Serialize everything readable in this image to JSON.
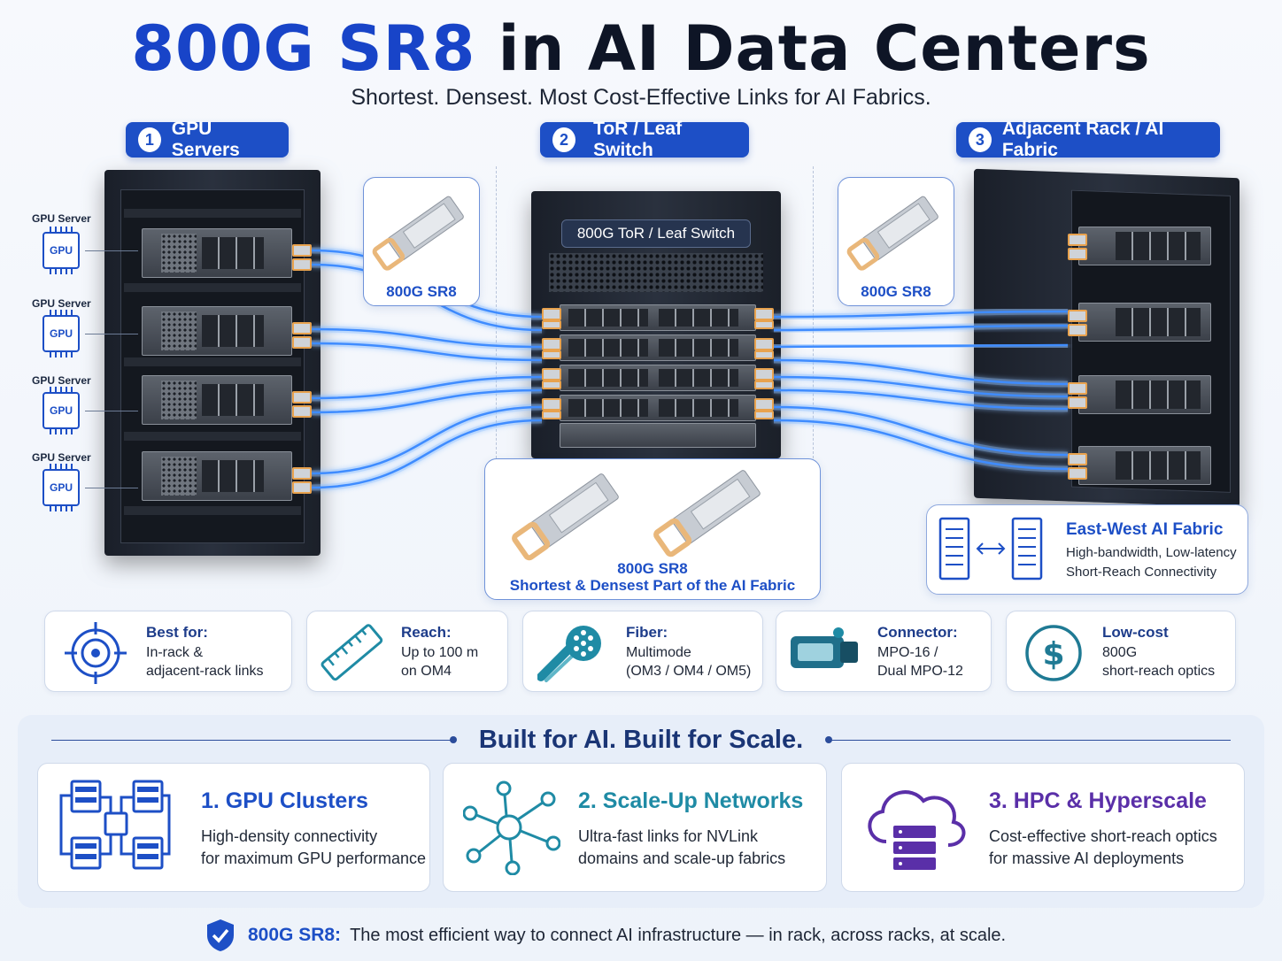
{
  "title": {
    "highlight": "800G SR8",
    "rest": "in AI Data Centers"
  },
  "subtitle": "Shortest. Densest. Most Cost-Effective Links for AI Fabrics.",
  "sections": [
    {
      "num": "1",
      "label": "GPU Servers"
    },
    {
      "num": "2",
      "label": "ToR / Leaf Switch"
    },
    {
      "num": "3",
      "label": "Adjacent Rack / AI Fabric"
    }
  ],
  "servers": {
    "label": "GPU Server",
    "chip": "GPU",
    "count": 4
  },
  "callouts": {
    "left": "800G SR8",
    "right": "800G SR8",
    "bottom_title": "800G SR8",
    "bottom_sub": "Shortest & Densest Part of the AI Fabric"
  },
  "switch_badge": "800G ToR / Leaf Switch",
  "fabric": {
    "title": "East-West AI Fabric",
    "line1": "High-bandwidth, Low-latency",
    "line2": "Short-Reach Connectivity"
  },
  "features": [
    {
      "icon": "target-icon",
      "heading": "Best for:",
      "line1": "In-rack &",
      "line2": "adjacent-rack links",
      "line3": ""
    },
    {
      "icon": "ruler-icon",
      "heading": "Reach:",
      "line1": "Up to 100 m",
      "line2": "on OM4",
      "line3": ""
    },
    {
      "icon": "fiber-icon",
      "heading": "Fiber:",
      "line1": "Multimode",
      "line2": "(OM3 / OM4 / OM5)",
      "line3": ""
    },
    {
      "icon": "connector-icon",
      "heading": "Connector:",
      "line1": "MPO-16 /",
      "line2": "Dual MPO-12",
      "line3": ""
    },
    {
      "icon": "dollar-icon",
      "heading": "Low-cost",
      "line1": "800G",
      "line2": "short-reach optics",
      "line3": ""
    }
  ],
  "panel": {
    "heading": "Built for AI. Built for Scale.",
    "cards": [
      {
        "title": "1. GPU Clusters",
        "line1": "High-density connectivity",
        "line2": "for maximum GPU performance",
        "color": "#1d4fc6"
      },
      {
        "title": "2. Scale-Up Networks",
        "line1": "Ultra-fast links for NVLink",
        "line2": "domains and scale-up fabrics",
        "color": "#1f8ba5"
      },
      {
        "title": "3. HPC & Hyperscale",
        "line1": "Cost-effective short-reach optics",
        "line2": "for massive AI deployments",
        "color": "#5a2fa8"
      }
    ]
  },
  "footer": {
    "key": "800G SR8:",
    "text": "The most efficient way to connect AI infrastructure — in rack, across racks, at scale."
  },
  "colors": {
    "accent": "#1d4fc6",
    "dark": "#0e1526",
    "fiber": "#3f8cff",
    "teal": "#1f8ba5",
    "purple": "#5a2fa8"
  }
}
